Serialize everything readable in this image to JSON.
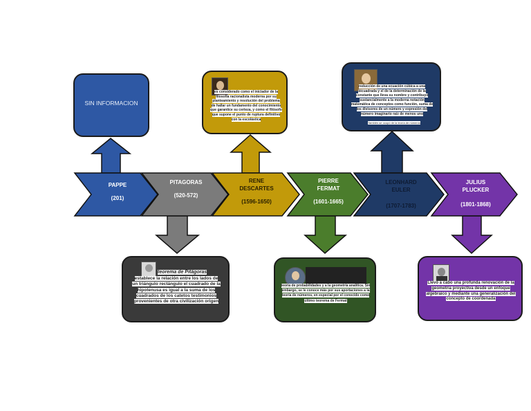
{
  "colors": {
    "pappe": "#2e58a4",
    "pitagoras": "#7b7b7b",
    "descartes": "#c29a0a",
    "fermat": "#4b7d2c",
    "euler": "#1f3a66",
    "plucker": "#7334a8",
    "pitagoras_box": "#3a3a3a",
    "fermat_box": "#315525"
  },
  "events": [
    {
      "name": "PAPPE",
      "years": "(201)"
    },
    {
      "name": "PITAGORAS",
      "years": "(520-572)"
    },
    {
      "name": "RENE DESCARTES",
      "years": "(1596-1650)"
    },
    {
      "name": "PIERRE FERMAT",
      "years": "(1601-1665)"
    },
    {
      "name": "LEONHARD EULER",
      "years": "(1707-1783)"
    },
    {
      "name": "JULIUS PLUCKER",
      "years": "(1801-1868)"
    }
  ],
  "boxes": {
    "pappe": "SIN INFORMACION",
    "descartes": "es considerado como el iniciador de la filosofía racionalista moderna por su planteamiento y resolución del problema de hallar un fundamento del conocimiento que garantice su certeza, y como el filósofo que supone el punto de ruptura definitivo con la escolástica",
    "euler": "reducción de una ecuación cúbica a una bicuadrada y el de la determinación de la constante que lleva su nombre y contribuyó sustancialmente a la moderna notación matemática de conceptos como función, suma de los divisores de un número y expresión del número imaginario raíz de menos uno",
    "euler_note": "También se ocupó de la teoría de números",
    "pitagoras_title": "teorema de Pitágoras",
    "pitagoras": "establece la relación entre los lados de un triángulo rectángulo el cuadrado de la hipotenusa es igual a la suma de los cuadrados de los catetos testimonios provenientes de otra civilización origen",
    "fermat": "teoría de probabilidades y a la geometría analítica. Sin embargo, se le conoce más por sus aportaciones a la teoría de números, en especial por el conocido como último teorema de Fermat",
    "plucker": "Llevó a cabo una profunda renovación de la geometría proyectiva desde un enfoque algebraico y mediante una generalización del concepto de coordenada"
  }
}
